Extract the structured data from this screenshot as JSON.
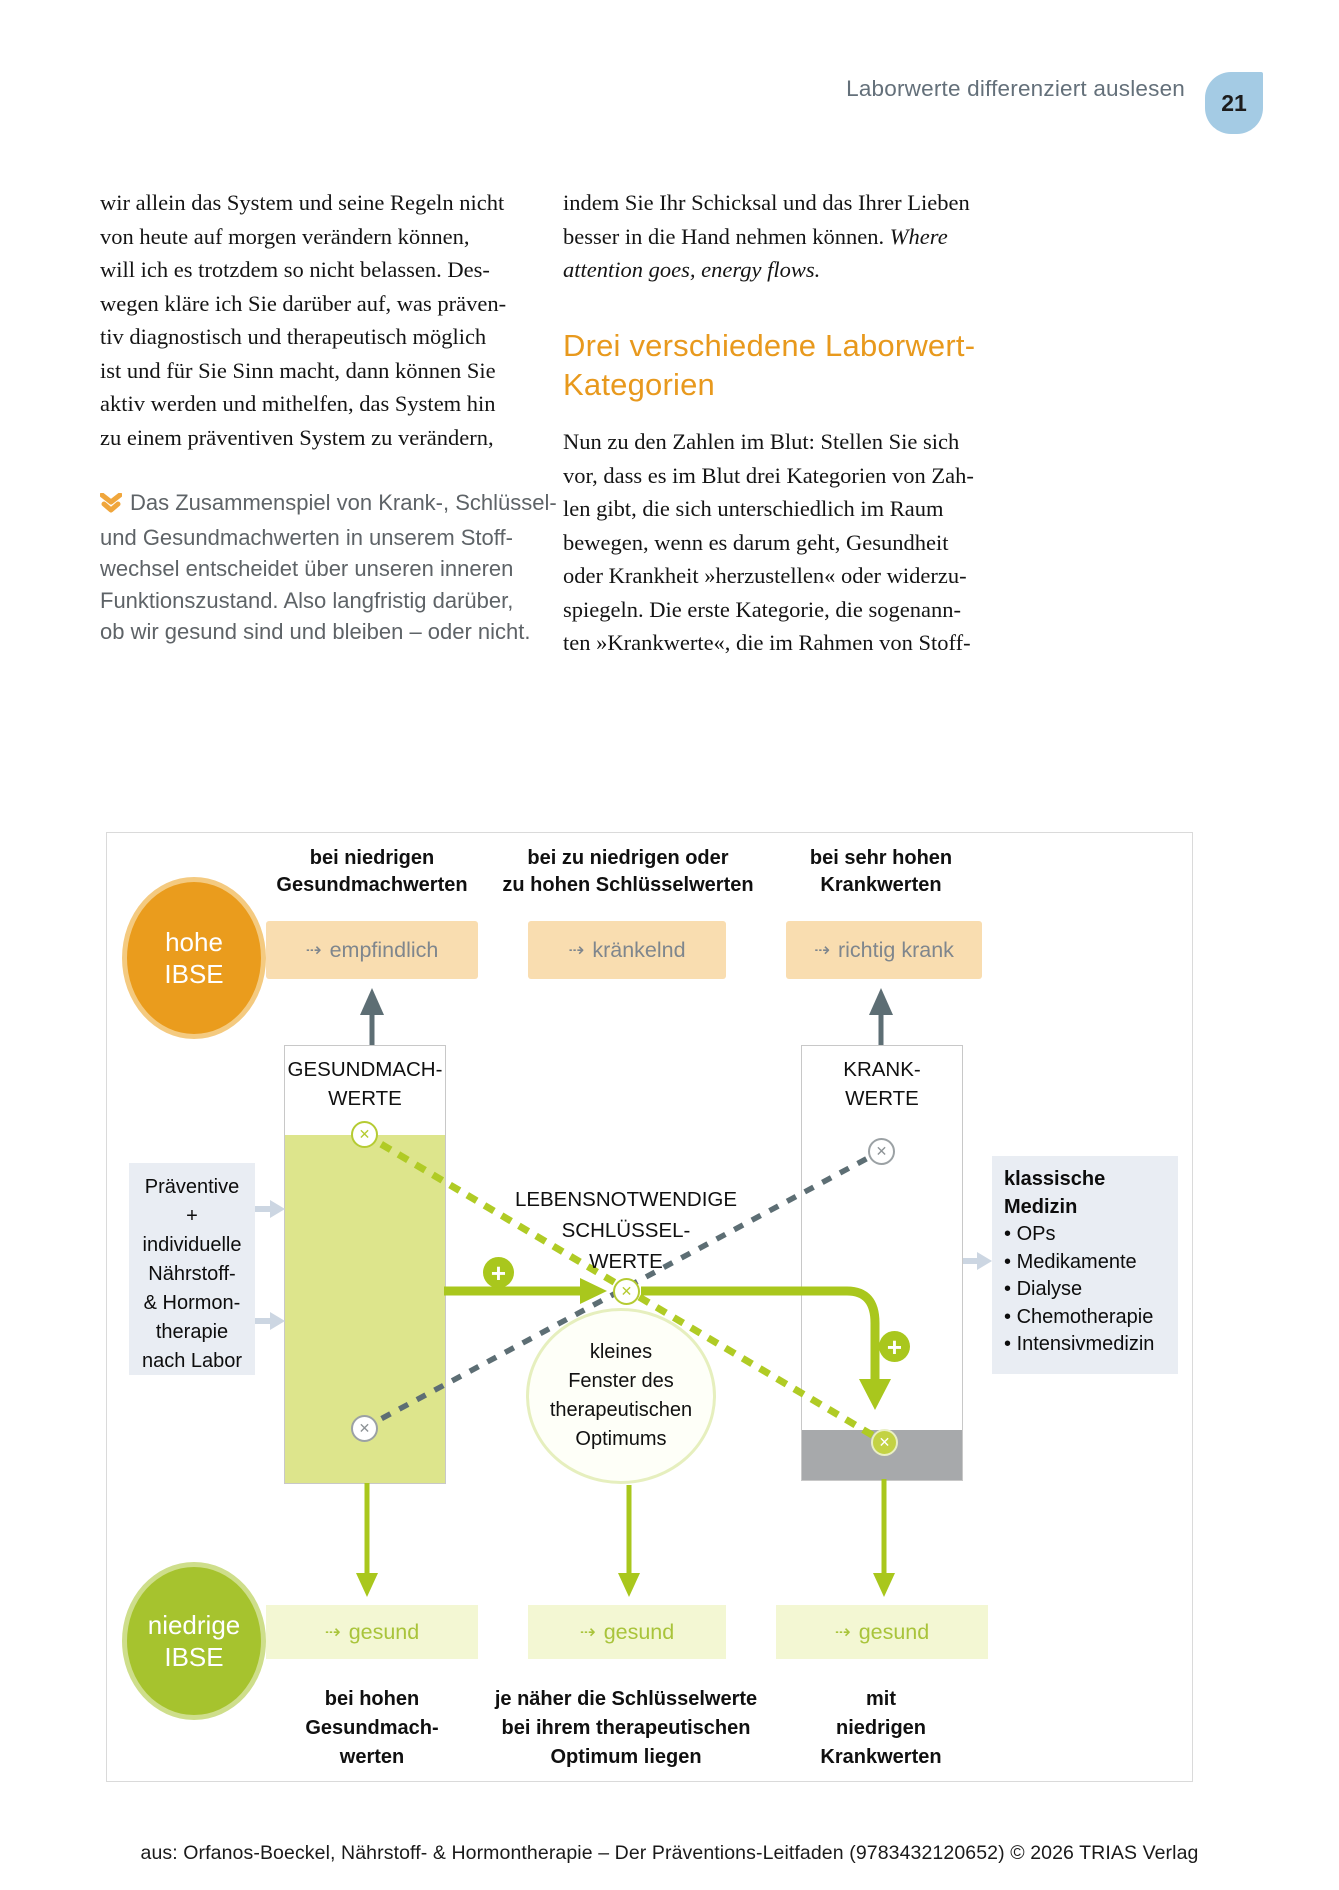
{
  "header": {
    "title": "Laborwerte differenziert auslesen",
    "page_number": "21"
  },
  "left_column": {
    "paragraph": "wir allein das System und seine Regeln nicht\nvon heute auf morgen verändern können,\nwill ich es trotzdem so nicht belassen. Des-\nwegen kläre ich Sie darüber auf, was präven-\ntiv diagnostisch und therapeutisch möglich\nist und für Sie Sinn macht, dann können Sie\naktiv werden und mithelfen, das System hin\nzu einem präventiven System zu verändern,",
    "note": "Das Zusammenspiel von Krank-, Schlüssel-\nund Gesundmachwerten in unserem Stoff-\nwechsel entscheidet über unseren inneren\nFunktionszustand. Also langfristig darüber,\nob wir gesund sind und bleiben – oder nicht."
  },
  "right_column": {
    "paragraph_lead": "indem Sie Ihr Schicksal und das Ihrer Lieben\nbesser in die Hand nehmen können. ",
    "paragraph_italic": "Where\nattention goes, energy flows.",
    "heading": "Drei verschiedene Laborwert-\nKategorien",
    "paragraph2": "Nun zu den Zahlen im Blut: Stellen Sie sich\nvor, dass es im Blut drei Kategorien von Zah-\nlen gibt, die sich unterschiedlich im Raum\nbewegen, wenn es darum geht, Gesundheit\noder Krankheit »herzustellen« oder widerzu-\nspiegeln. Die erste Kategorie, die sogenann-\nten »Krankwerte«, die im Rahmen von Stoff-"
  },
  "diagram": {
    "hohe_ibse": "hohe\nIBSE",
    "niedrige_ibse": "niedrige\nIBSE",
    "top_row": [
      {
        "caption": "bei niedrigen\nGesundmachwerten",
        "status": "empfindlich"
      },
      {
        "caption": "bei zu niedrigen oder\nzu hohen Schlüsselwerten",
        "status": "kränkelnd"
      },
      {
        "caption": "bei sehr hohen\nKrankwerten",
        "status": "richtig krank"
      }
    ],
    "gesundmach_title": "GESUNDMACH-\nWERTE",
    "krank_title": "KRANK-\nWERTE",
    "schluessel_title": "LEBENSNOTWENDIGE\nSCHLÜSSEL-\nWERTE",
    "praeventive_text": "Präventive\n+\nindividuelle\nNährstoff-\n& Hormon-\ntherapie\nnach Labor",
    "klassische": {
      "title": "klassische\nMedizin",
      "items": [
        "OPs",
        "Medikamente",
        "Dialyse",
        "Chemotherapie",
        "Intensivmedizin"
      ]
    },
    "ellipse_text": "kleines\nFenster des\ntherapeutischen\nOptimums",
    "bottom_row": [
      {
        "status": "gesund",
        "caption": "bei hohen\nGesundmach-\nwerten"
      },
      {
        "status": "gesund",
        "caption": "je näher die Schlüsselwerte\nbei ihrem therapeutischen\nOptimum liegen"
      },
      {
        "status": "gesund",
        "caption": "mit\nniedrigen\nKrankwerten"
      }
    ]
  },
  "icons": {
    "dashed_arrow": "⇢",
    "cross": "✕",
    "plus": "+",
    "note_marker": "double-chevron-down"
  },
  "colors": {
    "badge_blue": "#a4cbe4",
    "heading_orange": "#e8991d",
    "circle_orange": "#ea9c1d",
    "status_box_orange": "#f9ddb0",
    "green_main": "#a9c71d",
    "green_circle": "#a6c32e",
    "green_box_fill": "#dde58c",
    "gesund_box_fill": "#f3f7d3",
    "gray_dark": "#5d6e74",
    "gray_fill": "#a7a9ab",
    "side_box_blue": "#e9edf3",
    "note_icon_orange": "#f0a63c"
  },
  "footer": {
    "text": "aus: Orfanos-Boeckel, Nährstoff- & Hormontherapie – Der Präventions-Leitfaden (9783432120652) © 2026 TRIAS Verlag"
  }
}
